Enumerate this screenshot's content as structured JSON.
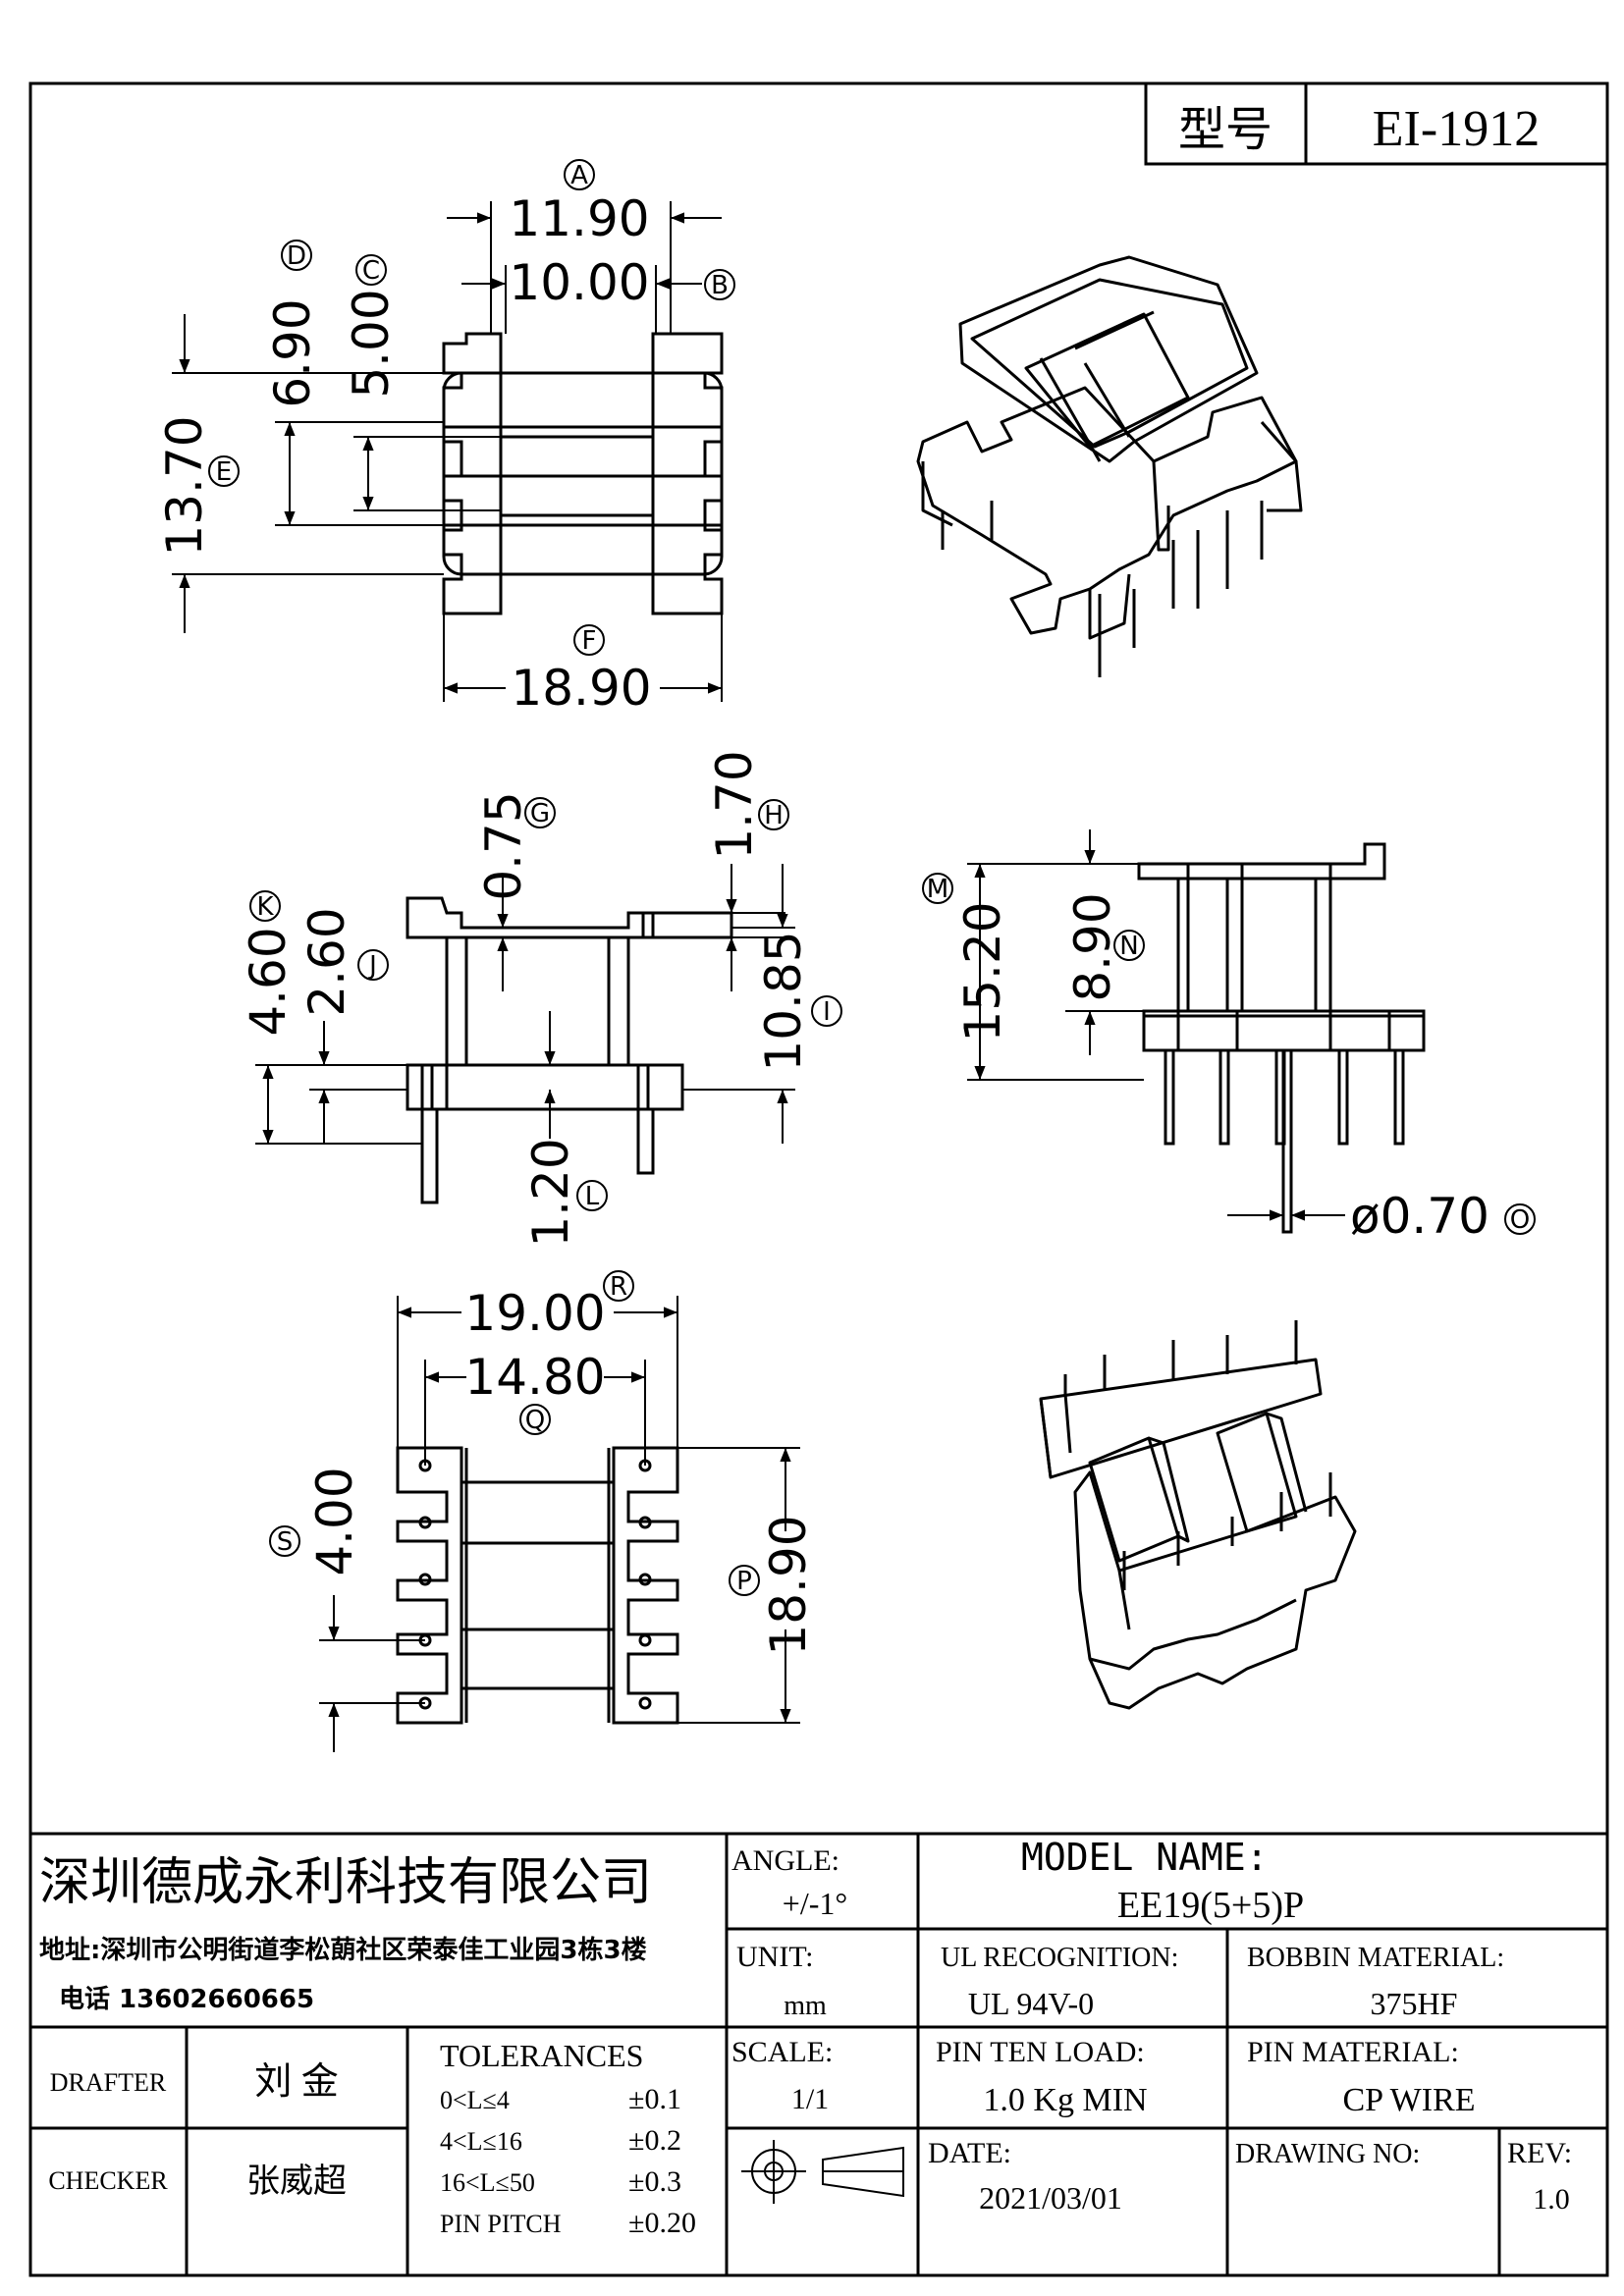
{
  "title_block": {
    "model_label": "型号",
    "model": "EI-1912",
    "company": "深圳德成永利科技有限公司",
    "address": "地址:深圳市公明街道李松蓢社区荣泰佳工业园3栋3楼",
    "phone": "电话 13602660665",
    "drafter_label": "DRAFTER",
    "drafter": "刘  金",
    "checker_label": "CHECKER",
    "checker": "张威超",
    "tolerances_label": "TOLERANCES",
    "tolerances": [
      {
        "range": "0<L≤4",
        "value": "±0.1"
      },
      {
        "range": "4<L≤16",
        "value": "±0.2"
      },
      {
        "range": "16<L≤50",
        "value": "±0.3"
      },
      {
        "range": "PIN PITCH",
        "value": "±0.20"
      }
    ],
    "angle_label": "ANGLE:",
    "angle": "+/-1°",
    "unit_label": "UNIT:",
    "unit": "mm",
    "scale_label": "SCALE:",
    "scale": "1/1",
    "model_name_label": "MODEL NAME:",
    "model_name": "EE19(5+5)P",
    "ul_label": "UL RECOGNITION:",
    "ul": "UL 94V-0",
    "bobbin_material_label": "BOBBIN MATERIAL:",
    "bobbin_material": "375HF",
    "pin_load_label": "PIN TEN LOAD:",
    "pin_load": "1.0 Kg MIN",
    "pin_material_label": "PIN MATERIAL:",
    "pin_material": "CP WIRE",
    "date_label": "DATE:",
    "date": "2021/03/01",
    "drawing_no_label": "DRAWING NO:",
    "drawing_no": "",
    "rev_label": "REV:",
    "rev": "1.0"
  },
  "dimensions": {
    "A": {
      "tag": "A",
      "value": "11.90"
    },
    "B": {
      "tag": "B",
      "value": "10.00"
    },
    "C": {
      "tag": "C",
      "value": "5.00"
    },
    "D": {
      "tag": "D",
      "value": "6.90"
    },
    "E": {
      "tag": "E",
      "value": "13.70"
    },
    "F": {
      "tag": "F",
      "value": "18.90"
    },
    "G": {
      "tag": "G",
      "value": "0.75"
    },
    "H": {
      "tag": "H",
      "value": "1.70"
    },
    "I": {
      "tag": "I",
      "value": "10.85"
    },
    "J": {
      "tag": "J",
      "value": "2.60"
    },
    "K": {
      "tag": "K",
      "value": "4.60"
    },
    "L": {
      "tag": "L",
      "value": "1.20"
    },
    "M": {
      "tag": "M",
      "value": "15.20"
    },
    "N": {
      "tag": "N",
      "value": "8.90"
    },
    "O": {
      "tag": "O",
      "value": "ø0.70"
    },
    "P": {
      "tag": "P",
      "value": "18.90"
    },
    "Q": {
      "tag": "Q",
      "value": "14.80"
    },
    "R": {
      "tag": "R",
      "value": "19.00"
    },
    "S": {
      "tag": "S",
      "value": "4.00"
    }
  }
}
